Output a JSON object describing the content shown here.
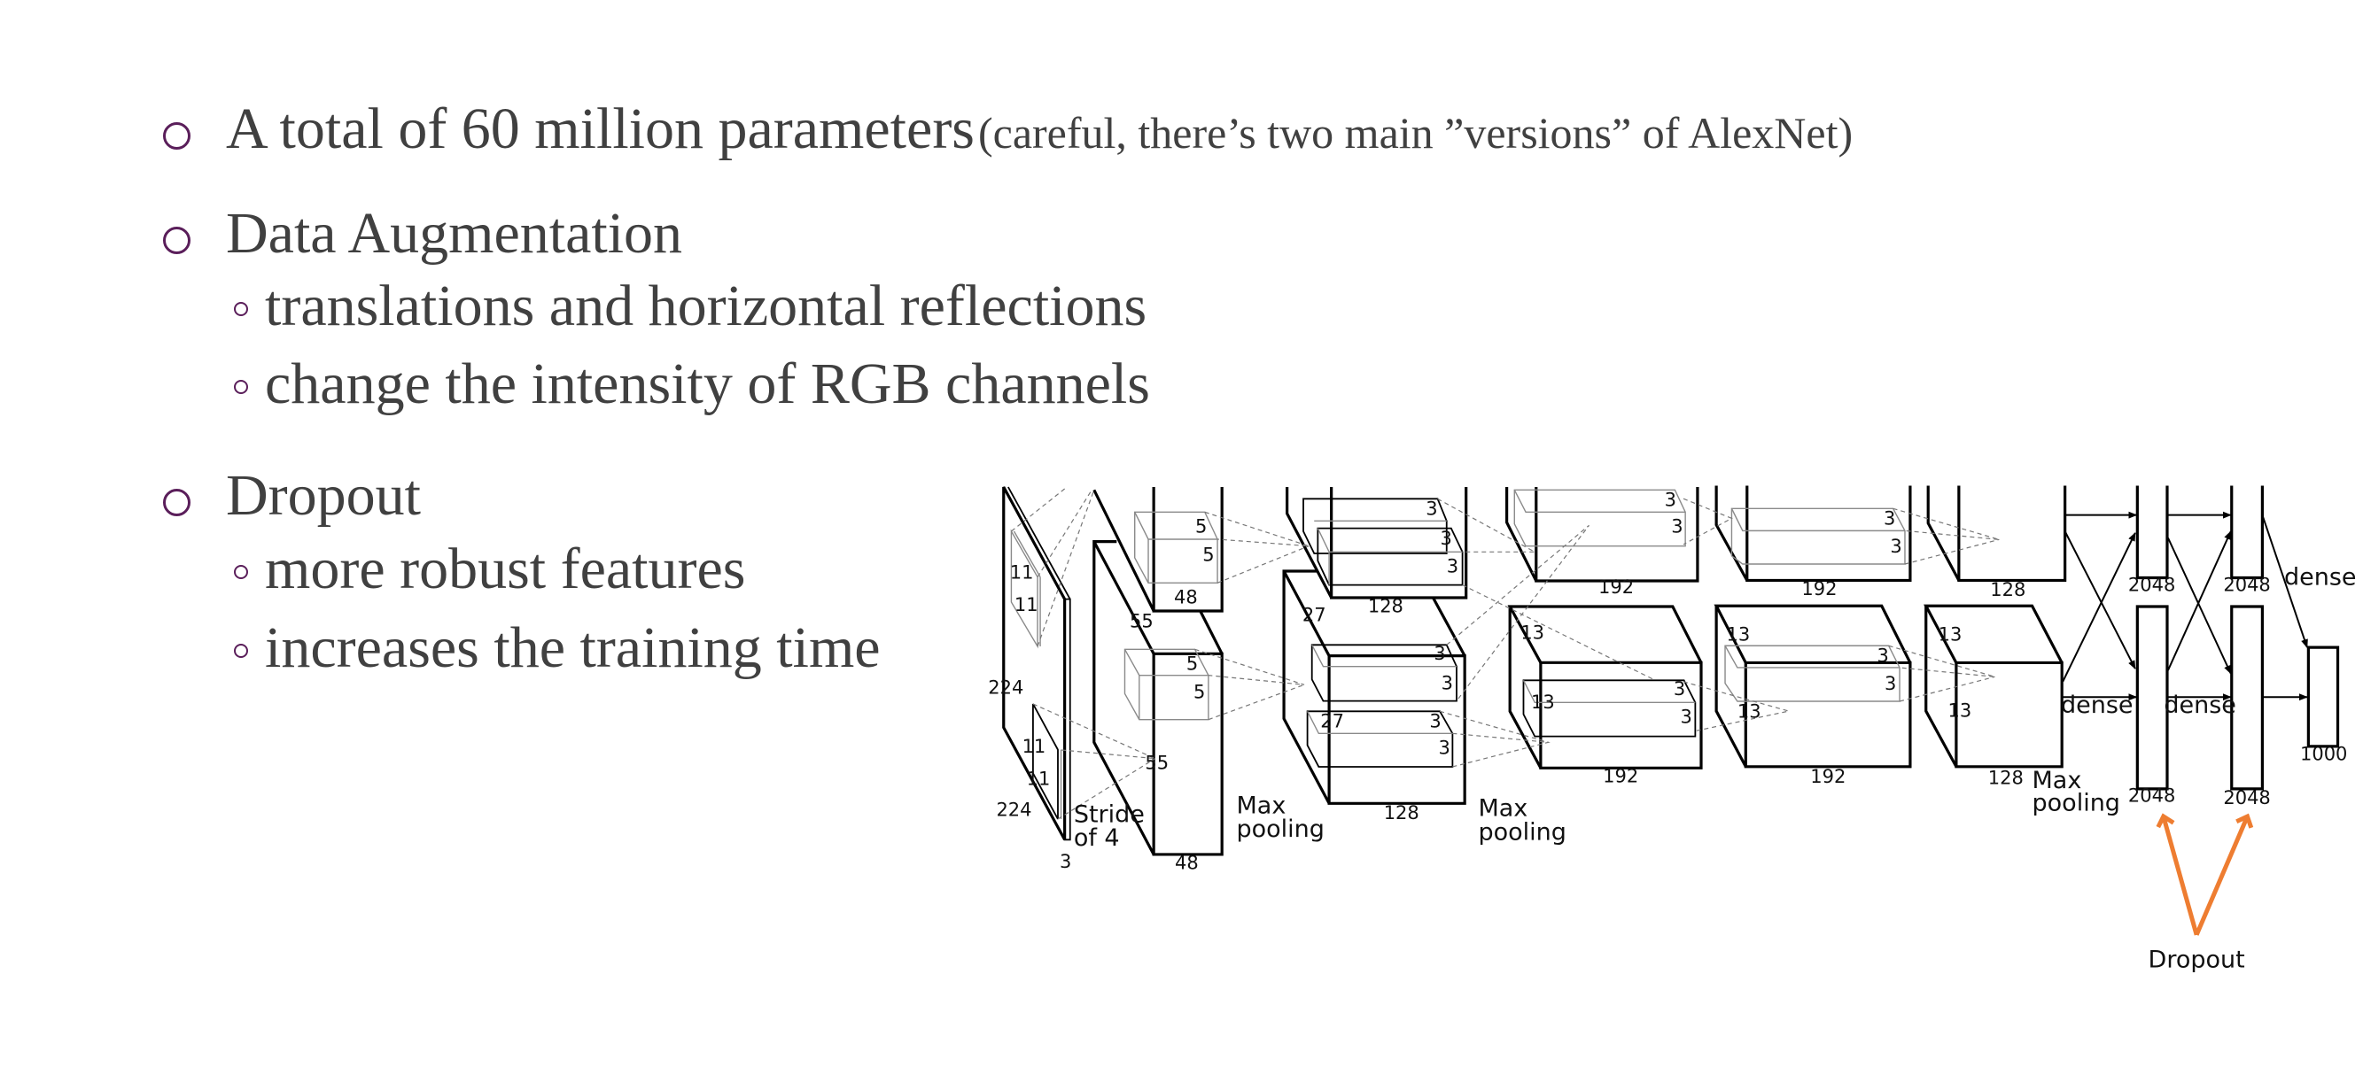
{
  "bullets": [
    {
      "text": "A total of 60 million parameters",
      "note": "(careful, there’s two main ”versions” of AlexNet)"
    },
    {
      "text": "Data Augmentation",
      "subs": [
        "translations and horizontal reflections",
        "change the intensity of RGB channels"
      ]
    },
    {
      "text": "Dropout",
      "subs": [
        "more robust features",
        "increases the training time"
      ]
    }
  ],
  "diagram": {
    "labels_a": [
      "11",
      "11",
      "224",
      "224",
      "11",
      "11",
      "3",
      "Stride",
      "of 4",
      "5",
      "5",
      "48",
      "55",
      "5",
      "5",
      "55",
      "48",
      "Max",
      "pooling",
      "3",
      "3",
      "3",
      "128",
      "27",
      "3",
      "3",
      "27",
      "3",
      "3",
      "128",
      "Max",
      "pooling",
      "3",
      "3",
      "192",
      "13",
      "13",
      "3",
      "3",
      "192"
    ],
    "labels_b": [
      "3",
      "3",
      "192",
      "13",
      "13",
      "3",
      "3",
      "192",
      "128",
      "13",
      "13",
      "128",
      "Max",
      "pooling",
      "2048",
      "2048",
      "2048",
      "2048",
      "1000",
      "dense",
      "dense",
      "dense"
    ],
    "dropout_label": "Dropout",
    "accent_color": "#ee7d31"
  }
}
